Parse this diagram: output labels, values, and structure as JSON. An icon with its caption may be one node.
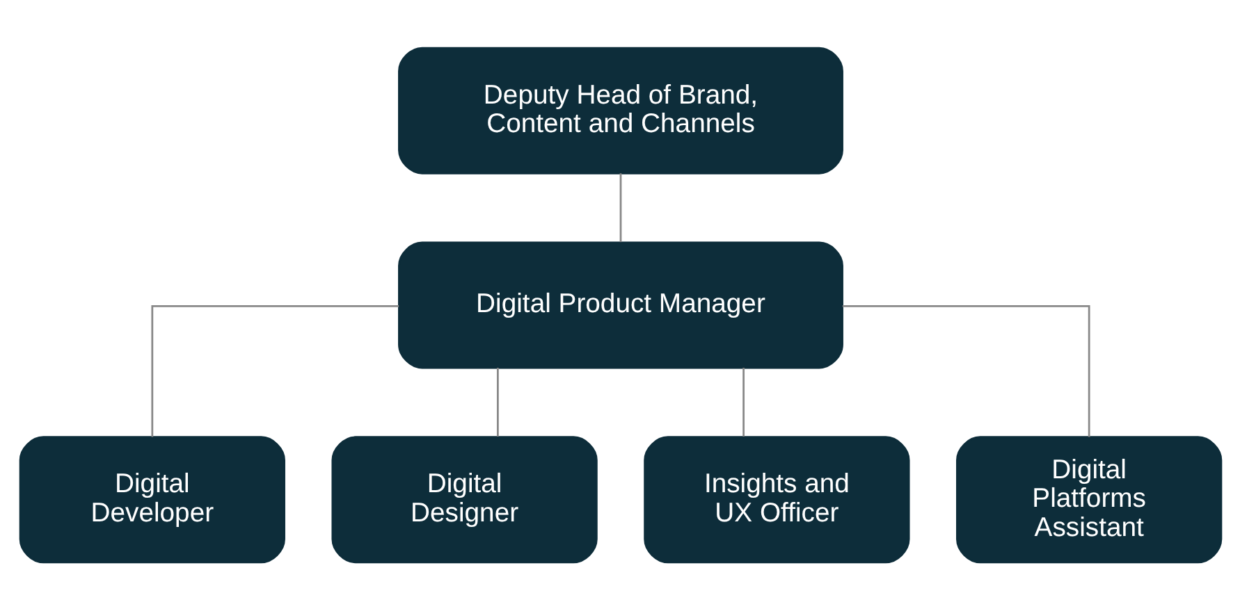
{
  "diagram": {
    "nodes": [
      {
        "text": [
          "Deputy Head of Brand, Content and Channels"
        ]
      },
      {
        "text": [
          "Digital Product Manager"
        ]
      },
      {
        "text": [
          "Digital Developer"
        ]
      },
      {
        "text": [
          "Digital Designer"
        ]
      },
      {
        "text": [
          "Insights and UX Officer"
        ]
      },
      {
        "text": [
          "Digital Platforms Assistant"
        ]
      }
    ],
    "edges": [
      {
        "from": 0,
        "to": 1,
        "arrow": "none"
      },
      {
        "from": 1,
        "to": 2,
        "arrow": "none"
      },
      {
        "from": 1,
        "to": 3,
        "arrow": "none"
      },
      {
        "from": 1,
        "to": 4,
        "arrow": "none"
      },
      {
        "from": 1,
        "to": 5,
        "arrow": "none"
      }
    ]
  }
}
